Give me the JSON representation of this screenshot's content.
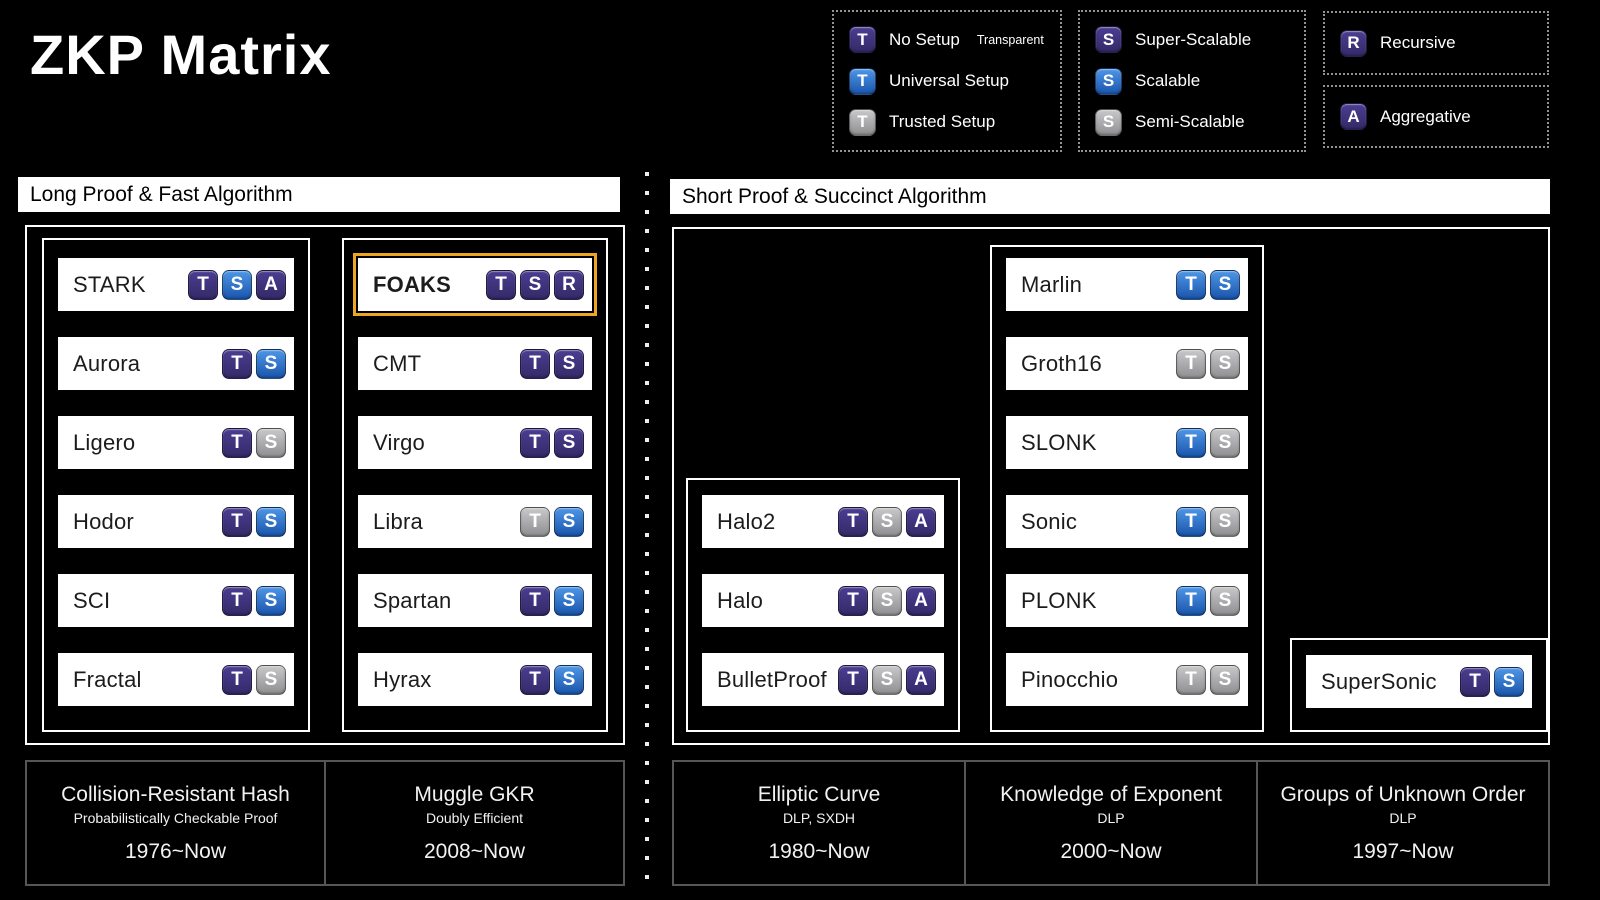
{
  "title": "ZKP Matrix",
  "colors": {
    "badge_purple": "#4b3d92",
    "badge_purple_dark": "#342a68",
    "badge_blue": "#4e96e6",
    "badge_blue_dark": "#1a55ad",
    "badge_gray": "#c8c8ca",
    "badge_gray_dark": "#8f8f91",
    "highlight_border": "#eda61f"
  },
  "legend": {
    "groups": [
      {
        "items": [
          {
            "letter": "T",
            "variant": "purple",
            "label": "No Setup",
            "note": "Transparent"
          },
          {
            "letter": "T",
            "variant": "blue",
            "label": "Universal Setup",
            "note": ""
          },
          {
            "letter": "T",
            "variant": "gray",
            "label": "Trusted Setup",
            "note": ""
          }
        ]
      },
      {
        "items": [
          {
            "letter": "S",
            "variant": "purple",
            "label": "Super-Scalable",
            "note": ""
          },
          {
            "letter": "S",
            "variant": "blue",
            "label": "Scalable",
            "note": ""
          },
          {
            "letter": "S",
            "variant": "gray",
            "label": "Semi-Scalable",
            "note": ""
          }
        ]
      },
      {
        "items": [
          {
            "letter": "R",
            "variant": "purple",
            "label": "Recursive",
            "note": ""
          }
        ]
      },
      {
        "items": [
          {
            "letter": "A",
            "variant": "purple",
            "label": "Aggregative",
            "note": ""
          }
        ]
      }
    ]
  },
  "sections": [
    {
      "header": "Long Proof & Fast Algorithm",
      "groups": [
        {
          "items": [
            {
              "name": "STARK",
              "badges": [
                {
                  "letter": "T",
                  "variant": "purple"
                },
                {
                  "letter": "S",
                  "variant": "blue"
                },
                {
                  "letter": "A",
                  "variant": "purple"
                }
              ]
            },
            {
              "name": "Aurora",
              "badges": [
                {
                  "letter": "T",
                  "variant": "purple"
                },
                {
                  "letter": "S",
                  "variant": "blue"
                }
              ]
            },
            {
              "name": "Ligero",
              "badges": [
                {
                  "letter": "T",
                  "variant": "purple"
                },
                {
                  "letter": "S",
                  "variant": "gray"
                }
              ]
            },
            {
              "name": "Hodor",
              "badges": [
                {
                  "letter": "T",
                  "variant": "purple"
                },
                {
                  "letter": "S",
                  "variant": "blue"
                }
              ]
            },
            {
              "name": "SCI",
              "badges": [
                {
                  "letter": "T",
                  "variant": "purple"
                },
                {
                  "letter": "S",
                  "variant": "blue"
                }
              ]
            },
            {
              "name": "Fractal",
              "badges": [
                {
                  "letter": "T",
                  "variant": "purple"
                },
                {
                  "letter": "S",
                  "variant": "gray"
                }
              ]
            }
          ]
        },
        {
          "items": [
            {
              "name": "FOAKS",
              "highlight": true,
              "badges": [
                {
                  "letter": "T",
                  "variant": "purple"
                },
                {
                  "letter": "S",
                  "variant": "purple"
                },
                {
                  "letter": "R",
                  "variant": "purple"
                }
              ]
            },
            {
              "name": "CMT",
              "badges": [
                {
                  "letter": "T",
                  "variant": "purple"
                },
                {
                  "letter": "S",
                  "variant": "purple"
                }
              ]
            },
            {
              "name": "Virgo",
              "badges": [
                {
                  "letter": "T",
                  "variant": "purple"
                },
                {
                  "letter": "S",
                  "variant": "purple"
                }
              ]
            },
            {
              "name": "Libra",
              "badges": [
                {
                  "letter": "T",
                  "variant": "gray"
                },
                {
                  "letter": "S",
                  "variant": "blue"
                }
              ]
            },
            {
              "name": "Spartan",
              "badges": [
                {
                  "letter": "T",
                  "variant": "purple"
                },
                {
                  "letter": "S",
                  "variant": "blue"
                }
              ]
            },
            {
              "name": "Hyrax",
              "badges": [
                {
                  "letter": "T",
                  "variant": "purple"
                },
                {
                  "letter": "S",
                  "variant": "blue"
                }
              ]
            }
          ]
        }
      ],
      "footers": [
        {
          "title": "Collision-Resistant Hash",
          "subtitle": "Probabilistically Checkable Proof",
          "years": "1976~Now"
        },
        {
          "title": "Muggle GKR",
          "subtitle": "Doubly Efficient",
          "years": "2008~Now"
        }
      ]
    },
    {
      "header": "Short Proof & Succinct Algorithm",
      "groups": [
        {
          "items": [
            {
              "name": "Halo2",
              "badges": [
                {
                  "letter": "T",
                  "variant": "purple"
                },
                {
                  "letter": "S",
                  "variant": "gray"
                },
                {
                  "letter": "A",
                  "variant": "purple"
                }
              ]
            },
            {
              "name": "Halo",
              "badges": [
                {
                  "letter": "T",
                  "variant": "purple"
                },
                {
                  "letter": "S",
                  "variant": "gray"
                },
                {
                  "letter": "A",
                  "variant": "purple"
                }
              ]
            },
            {
              "name": "BulletProof",
              "badges": [
                {
                  "letter": "T",
                  "variant": "purple"
                },
                {
                  "letter": "S",
                  "variant": "gray"
                },
                {
                  "letter": "A",
                  "variant": "purple"
                }
              ]
            }
          ]
        },
        {
          "items": [
            {
              "name": "Marlin",
              "badges": [
                {
                  "letter": "T",
                  "variant": "blue"
                },
                {
                  "letter": "S",
                  "variant": "blue"
                }
              ]
            },
            {
              "name": "Groth16",
              "badges": [
                {
                  "letter": "T",
                  "variant": "gray"
                },
                {
                  "letter": "S",
                  "variant": "gray"
                }
              ]
            },
            {
              "name": "SLONK",
              "badges": [
                {
                  "letter": "T",
                  "variant": "blue"
                },
                {
                  "letter": "S",
                  "variant": "gray"
                }
              ]
            },
            {
              "name": "Sonic",
              "badges": [
                {
                  "letter": "T",
                  "variant": "blue"
                },
                {
                  "letter": "S",
                  "variant": "gray"
                }
              ]
            },
            {
              "name": "PLONK",
              "badges": [
                {
                  "letter": "T",
                  "variant": "blue"
                },
                {
                  "letter": "S",
                  "variant": "gray"
                }
              ]
            },
            {
              "name": "Pinocchio",
              "badges": [
                {
                  "letter": "T",
                  "variant": "gray"
                },
                {
                  "letter": "S",
                  "variant": "gray"
                }
              ]
            }
          ]
        },
        {
          "items": [
            {
              "name": "SuperSonic",
              "badges": [
                {
                  "letter": "T",
                  "variant": "purple"
                },
                {
                  "letter": "S",
                  "variant": "blue"
                }
              ]
            }
          ]
        }
      ],
      "footers": [
        {
          "title": "Elliptic Curve",
          "subtitle": "DLP, SXDH",
          "years": "1980~Now"
        },
        {
          "title": "Knowledge of Exponent",
          "subtitle": "DLP",
          "years": "2000~Now"
        },
        {
          "title": "Groups of Unknown Order",
          "subtitle": "DLP",
          "years": "1997~Now"
        }
      ]
    }
  ]
}
